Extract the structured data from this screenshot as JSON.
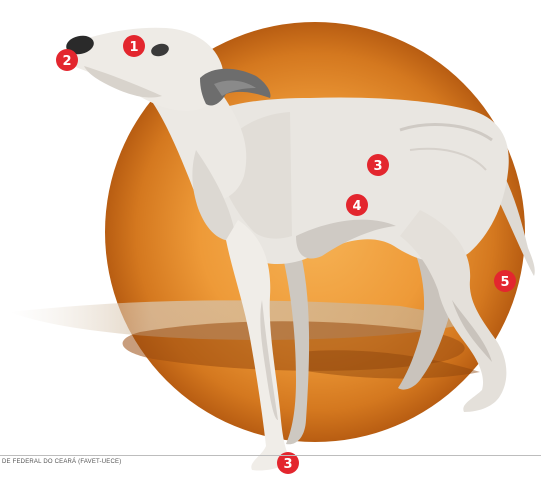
{
  "credit": "DE FEDERAL DO CEARÁ (FAVET-UECE)",
  "markers": [
    "1",
    "2",
    "3",
    "4",
    "3",
    "5"
  ],
  "colors": {
    "marker": "#e3262e",
    "circle_light": "#f2a544",
    "circle_dark": "#b85d12",
    "dog_light": "#e9e6e1",
    "dog_shadow": "#cfcac4",
    "dog_dark": "#b8b2ab",
    "nose": "#2a2a2a"
  }
}
